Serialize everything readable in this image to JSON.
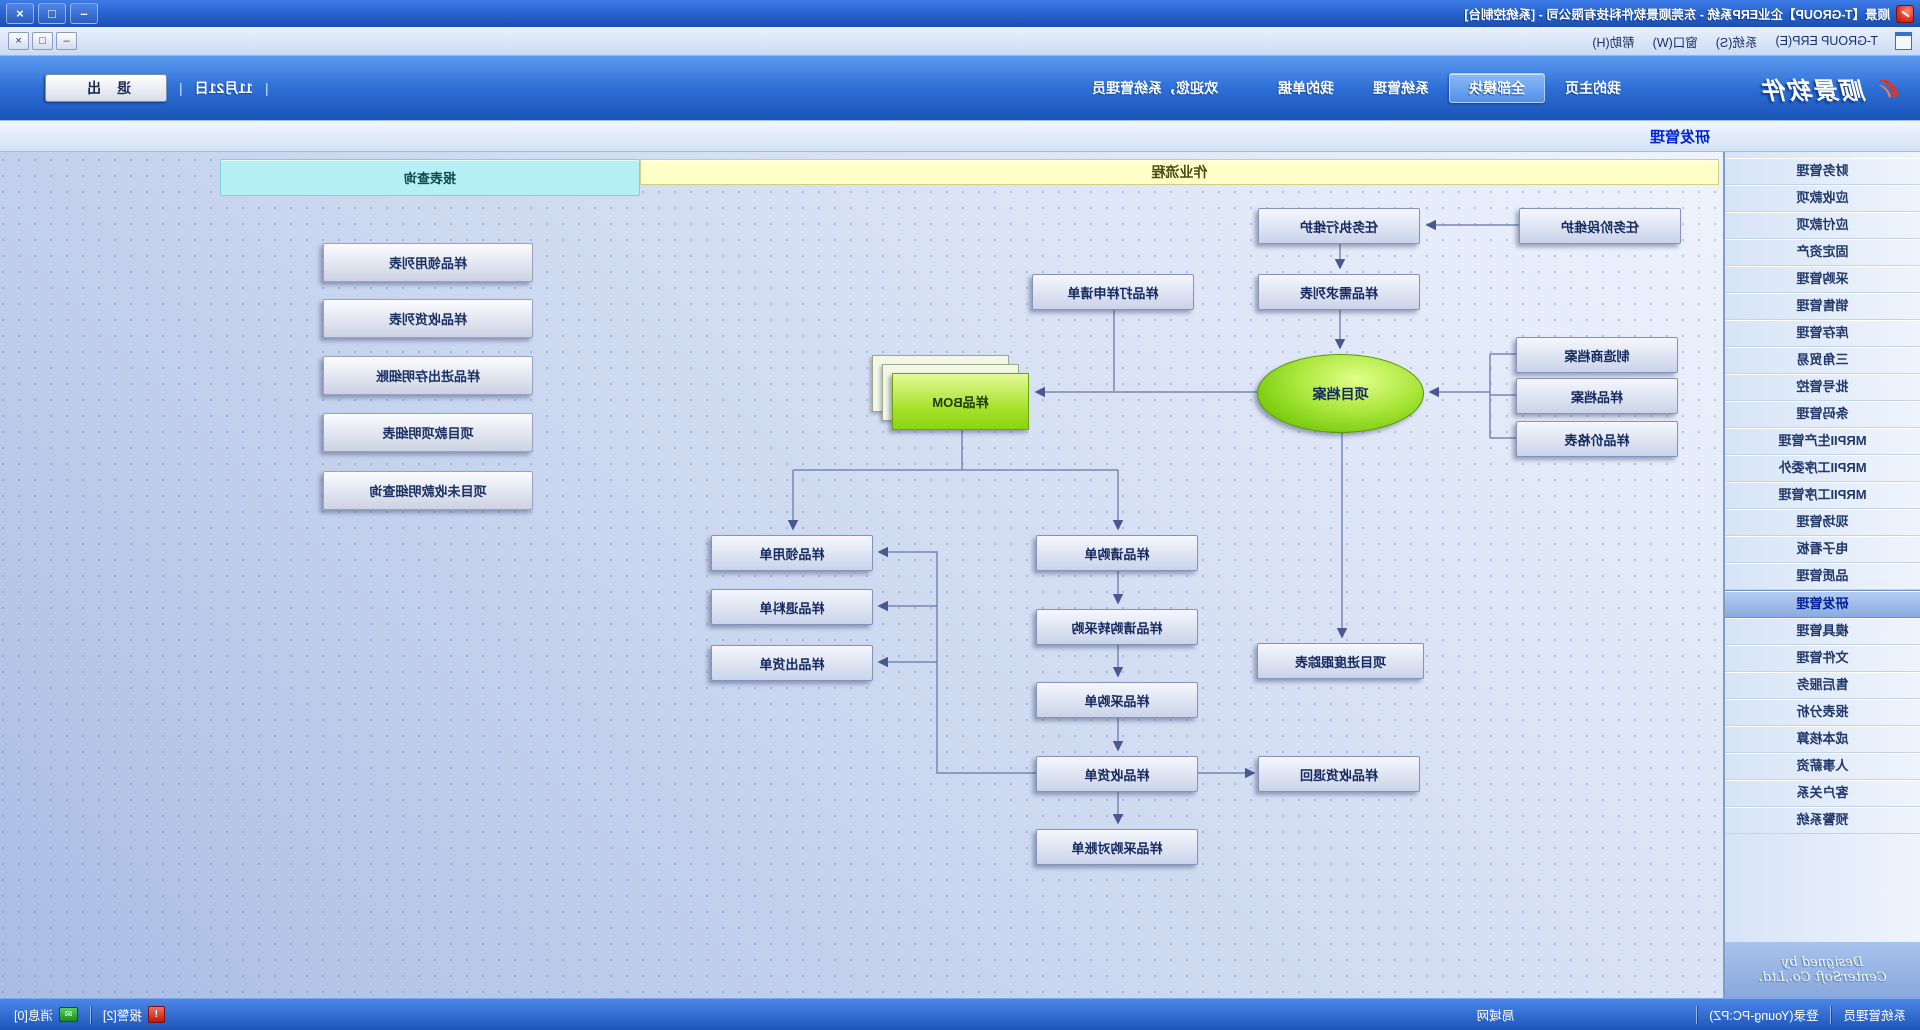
{
  "window": {
    "title": "顺景【T-GROUP】企业ERP系统 - 东莞顺景软件科技有限公司 - [系统控制台]",
    "controls": {
      "minimize": "–",
      "maximize": "□",
      "close": "×"
    }
  },
  "menubar": {
    "items": [
      "T-GROUP ERP(E)",
      "系统(S)",
      "窗口(W)",
      "帮助(H)"
    ],
    "mdi_controls": {
      "minimize": "–",
      "restore": "□",
      "close": "×"
    }
  },
  "navbar": {
    "brand": "顺景软件",
    "tabs": [
      "我的主页",
      "全部模块",
      "系统管理",
      "我的单据"
    ],
    "active_tab": "全部模块",
    "welcome": "欢迎您，系统管理员",
    "separator": "|",
    "date": "11月21日",
    "exit": "退 出"
  },
  "page": {
    "title": "研发管理"
  },
  "sidebar": {
    "items": [
      "财务管理",
      "应收款项",
      "应付款项",
      "固定资产",
      "采购管理",
      "销售管理",
      "库存管理",
      "三角贸易",
      "批号管控",
      "条码管理",
      "MRPII生产管理",
      "MRPII工序委外",
      "MRPII工序管理",
      "现场管理",
      "电子看板",
      "品质管理",
      "研发管理",
      "模具管理",
      "文件管理",
      "售后服务",
      "报表分析",
      "成本核算",
      "人事薪资",
      "客户关系",
      "预警系统"
    ],
    "selected_index": 16,
    "footer": {
      "line1": "Designed by",
      "line2": "CenterSoft Co.,Ltd."
    }
  },
  "flow": {
    "process_header": "作业流程",
    "report_header": "报表查询",
    "nodes": [
      {
        "label": "任务阶段维护"
      },
      {
        "label": "任务执行维护"
      },
      {
        "label": "样品需求列表"
      },
      {
        "label": "样品打样申请单"
      },
      {
        "label": "项目档案"
      },
      {
        "label": "制造商档案"
      },
      {
        "label": "样品档案"
      },
      {
        "label": "样品价格表"
      },
      {
        "label": "样品BOM"
      },
      {
        "label": "样品领用单"
      },
      {
        "label": "样品退料单"
      },
      {
        "label": "样品出货单"
      },
      {
        "label": "样品请购单"
      },
      {
        "label": "样品请购转采购"
      },
      {
        "label": "样品采购单"
      },
      {
        "label": "样品收货单"
      },
      {
        "label": "样品采购对账单"
      },
      {
        "label": "项目进度跟踪表"
      },
      {
        "label": "样品收货退回"
      }
    ],
    "reports": [
      {
        "label": "样品领用列表"
      },
      {
        "label": "样品收货列表"
      },
      {
        "label": "样品进出存明细账"
      },
      {
        "label": "项目款项明细表"
      },
      {
        "label": "项目未收款明细查询"
      }
    ]
  },
  "statusbar": {
    "user": "系统管理员",
    "login": "登录(Young-PC:PZ)",
    "network": "局域网",
    "alarm": "报警[2]",
    "message": "消息[0]",
    "message_icon": "✉",
    "alarm_icon": "!"
  },
  "colors": {
    "titlebar_blue": "#2561cc",
    "nav_blue": "#2e6fd6",
    "process_band": "#ffffc8",
    "report_band": "#b4f0f4",
    "node_green": "#8ce012",
    "accent_title": "#0026d8"
  }
}
